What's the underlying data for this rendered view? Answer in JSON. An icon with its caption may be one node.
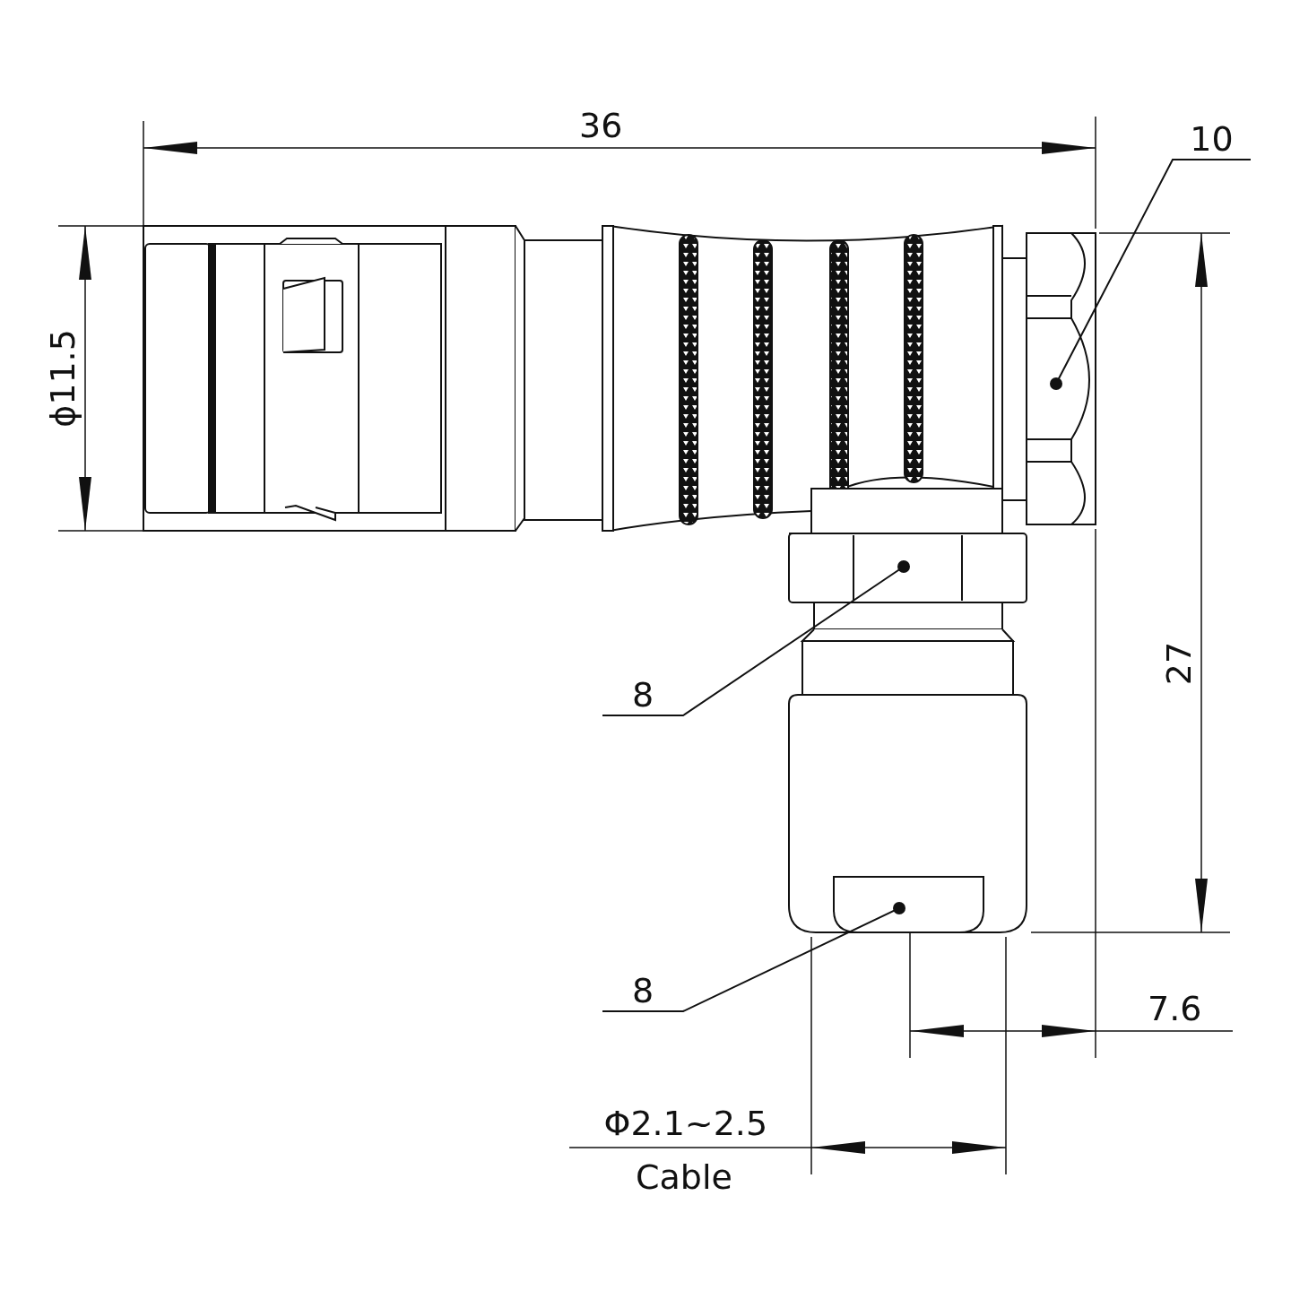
{
  "diagram": {
    "nodes": [
      {
        "text": [
          "10"
        ]
      },
      {
        "text": [],
        "shape": "box"
      },
      {
        "text": [
          "8"
        ]
      },
      {
        "text": [],
        "shape": "box"
      },
      {
        "text": [
          "8"
        ]
      },
      {
        "text": [],
        "shape": "box"
      }
    ],
    "edges": [
      {
        "from": 0,
        "to": 1,
        "arrow": "other"
      },
      {
        "from": 2,
        "to": 3,
        "arrow": "other"
      },
      {
        "from": 4,
        "to": 5,
        "arrow": "other"
      }
    ],
    "labels": [
      "36",
      "ϕ11.5",
      "27",
      "7.6",
      "Φ2.1~2.5",
      "Cable"
    ]
  }
}
